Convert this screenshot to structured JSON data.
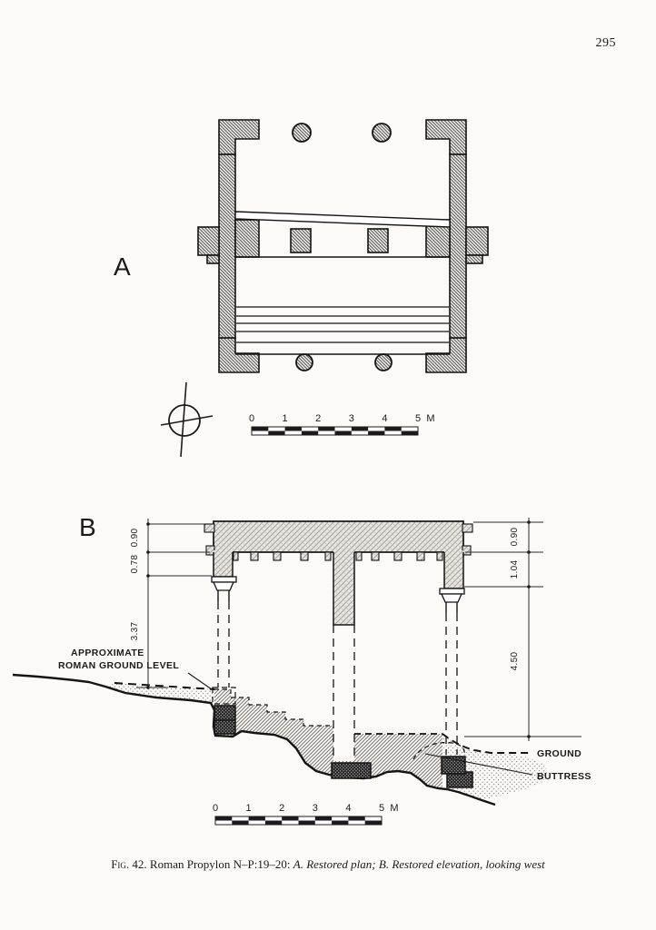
{
  "page": {
    "number": "295"
  },
  "plan": {
    "label": "A"
  },
  "elevation": {
    "label": "B",
    "dimensions_left": [
      "0.90",
      "0.78",
      "3.37"
    ],
    "dimensions_right": [
      "0.90",
      "1.04",
      "4.50"
    ],
    "annotations": {
      "approx_line1": "APPROXIMATE",
      "approx_line2": "ROMAN GROUND LEVEL",
      "ground": "GROUND",
      "buttress": "BUTTRESS"
    }
  },
  "scale_bar": {
    "ticks": [
      "0",
      "1",
      "2",
      "3",
      "4",
      "5"
    ],
    "unit": "M"
  },
  "caption": {
    "fig": "Fig. 42.",
    "title": "Roman Propylon N–P:19–20:",
    "part_a": "A. Restored plan;",
    "part_b": "B. Restored elevation, looking west"
  },
  "colors": {
    "paper": "#fbfaf7",
    "ink": "#1b1b1b"
  }
}
